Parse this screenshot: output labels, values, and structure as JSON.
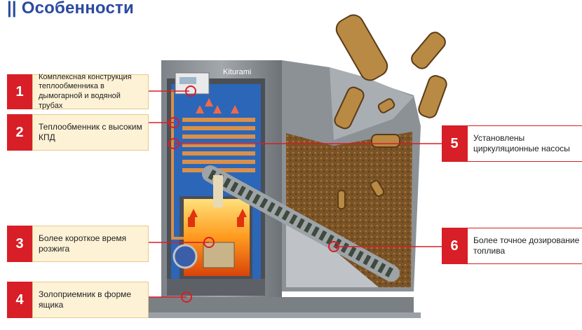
{
  "title": "|| Особенности",
  "brand": "Kiturami",
  "callouts": [
    {
      "num": "1",
      "text": "Комплексная конструкция теплообменника в дымогарной и водяной трубах"
    },
    {
      "num": "2",
      "text": "Теплообменник с высоким КПД"
    },
    {
      "num": "3",
      "text": "Более короткое время розжига"
    },
    {
      "num": "4",
      "text": "Золоприемник в форме ящика"
    },
    {
      "num": "5",
      "text": "Установлены циркуляционные насосы"
    },
    {
      "num": "6",
      "text": "Более точное дозирование топлива"
    }
  ],
  "colors": {
    "accent": "#d81e26",
    "title": "#2b4aa0",
    "label_bg": "#fdf2d6"
  }
}
